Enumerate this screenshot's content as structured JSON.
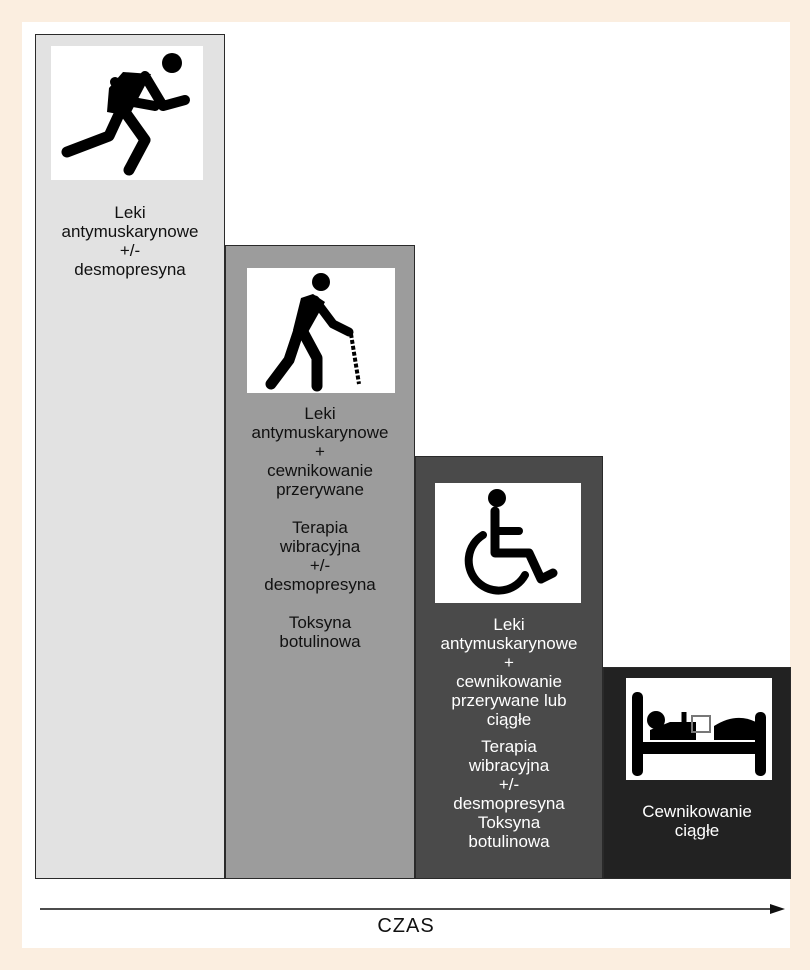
{
  "stages": [
    {
      "icon": "running-person-icon",
      "lines": [
        "Leki",
        "antymuskarynowe",
        "+/-",
        "desmopresyna"
      ]
    },
    {
      "icon": "walking-with-cane-icon",
      "lines": [
        "Leki",
        "antymuskarynowe",
        "+",
        "cewnikowanie",
        "przerywane",
        "",
        "Terapia",
        "wibracyjna",
        "+/-",
        "desmopresyna",
        "",
        "Toksyna",
        "botulinowa"
      ]
    },
    {
      "icon": "wheelchair-icon",
      "lines": [
        "Leki",
        "antymuskarynowe",
        "+",
        "cewnikowanie",
        "przerywane lub",
        "ciągłe",
        "",
        "Terapia",
        "wibracyjna",
        "+/-",
        "desmopresyna",
        "Toksyna",
        "botulinowa"
      ]
    },
    {
      "icon": "bedridden-person-icon",
      "lines": [
        "Cewnikowanie",
        "ciągłe"
      ]
    }
  ],
  "axis": {
    "label": "CZAS"
  },
  "colors": {
    "page_bg": "#fbeee0",
    "stage1": "#e2e2e2",
    "stage2": "#9c9c9c",
    "stage3": "#4a4a4a",
    "stage4": "#222222"
  }
}
